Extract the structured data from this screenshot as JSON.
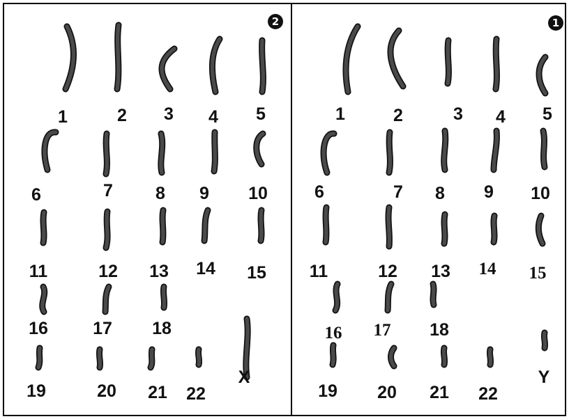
{
  "panels": [
    {
      "id": "left",
      "badge": "2",
      "chromosomes": [
        "1",
        "2",
        "3",
        "4",
        "5",
        "6",
        "7",
        "8",
        "9",
        "10",
        "11",
        "12",
        "13",
        "14",
        "15",
        "16",
        "17",
        "18",
        "19",
        "20",
        "21",
        "22",
        "X"
      ]
    },
    {
      "id": "right",
      "badge": "1",
      "chromosomes": [
        "1",
        "2",
        "3",
        "4",
        "5",
        "6",
        "7",
        "8",
        "9",
        "10",
        "11",
        "12",
        "13",
        "14",
        "15",
        "16",
        "17",
        "18",
        "19",
        "20",
        "21",
        "22",
        "Y"
      ]
    }
  ]
}
